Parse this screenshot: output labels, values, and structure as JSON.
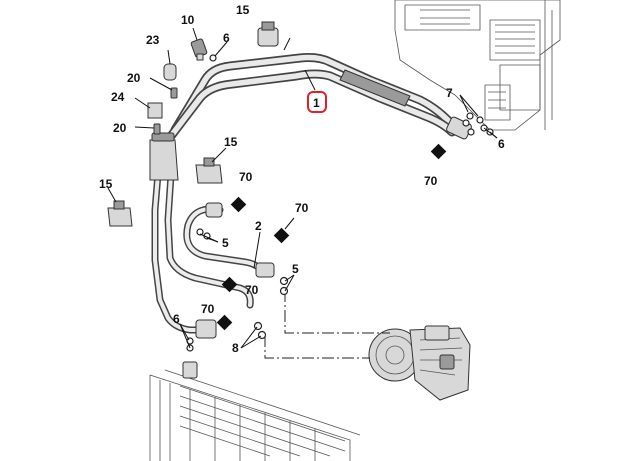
{
  "callouts": {
    "c1": "1",
    "c2": "2",
    "c5a": "5",
    "c5b": "5",
    "c6a": "6",
    "c6b": "6",
    "c6c": "6",
    "c7": "7",
    "c8": "8",
    "c10": "10",
    "c15a": "15",
    "c15b": "15",
    "c15c": "15",
    "c20a": "20",
    "c20b": "20",
    "c23": "23",
    "c24": "24",
    "c70a": "70",
    "c70b": "70",
    "c70c": "70",
    "c70d": "70",
    "c70e": "70"
  },
  "colors": {
    "highlight": "#e0202a",
    "line": "#333333",
    "marker": "#111111"
  }
}
